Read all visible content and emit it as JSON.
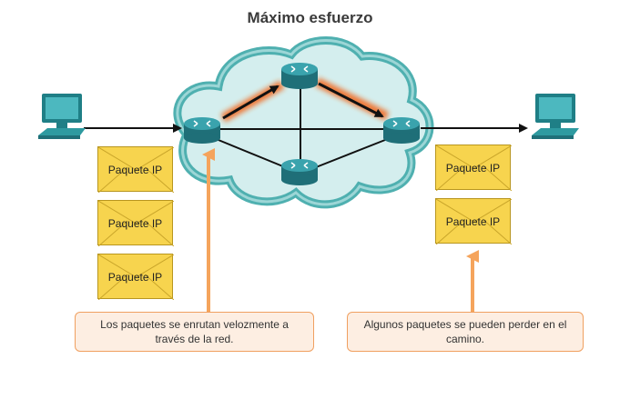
{
  "title": "Máximo esfuerzo",
  "packets": {
    "left": [
      "Paquete IP",
      "Paquete IP",
      "Paquete IP"
    ],
    "right": [
      "Paquete IP",
      "Paquete IP"
    ]
  },
  "callouts": {
    "left": "Los paquetes se enrutan velozmente a través de la red.",
    "right": "Algunos paquetes se pueden perder en el camino."
  },
  "icons": {
    "computer": "computer-icon",
    "router": "router-icon",
    "cloud": "network-cloud-icon"
  },
  "colors": {
    "cloud": "#5fb8b8",
    "router": "#2f8d96",
    "computer": "#2e9aa0",
    "route_highlight": "#f26b22",
    "packet": "#f7d44e",
    "callout_border": "#f0a060",
    "callout_arrow": "#f5a45c"
  }
}
